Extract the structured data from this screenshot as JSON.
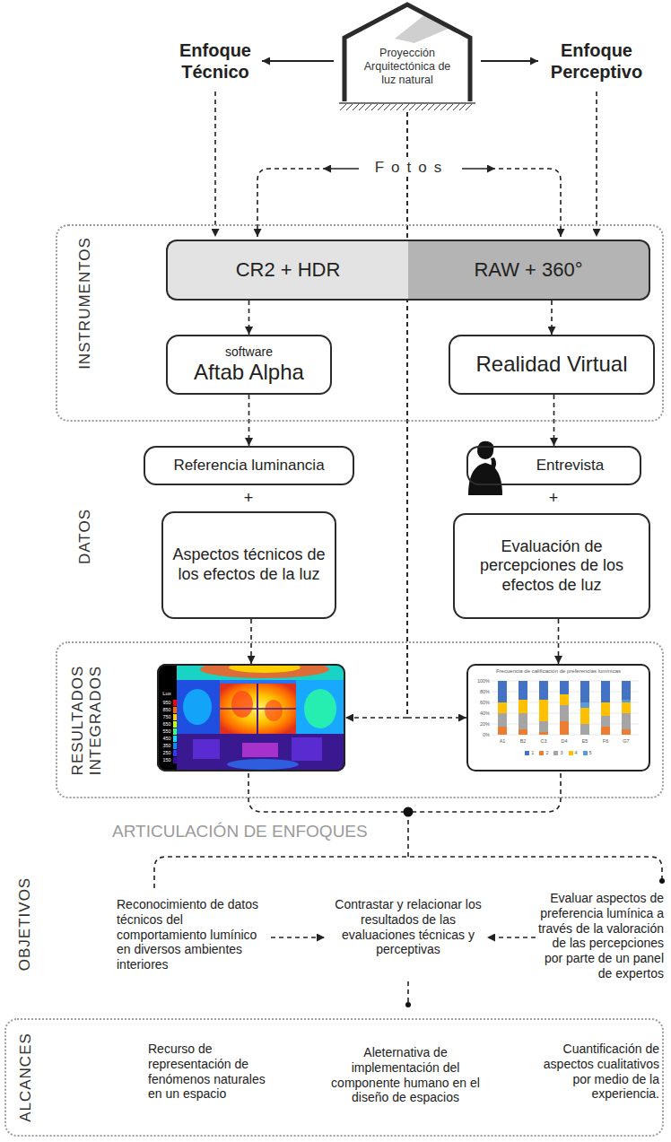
{
  "diagram": {
    "nodes": [
      {
        "text": [
          "Proyección Arquitectónica de luz natural"
        ]
      },
      {
        "text": [
          "INSTRUMENTOS"
        ]
      },
      {
        "text": [
          "CR2 + HDR"
        ],
        "in": 1
      },
      {
        "text": [
          "RAW + 360°"
        ],
        "in": 1
      },
      {
        "text": [
          "software",
          "Aftab Alpha"
        ],
        "in": 1
      },
      {
        "text": [
          "Realidad Virtual"
        ],
        "in": 1
      },
      {
        "text": [
          "Referencia luminancia"
        ]
      },
      {
        "text": [
          "Entrevista"
        ]
      },
      {
        "text": [
          "Aspectos técnicos de los efectos de la luz"
        ]
      },
      {
        "text": [
          "Evaluación de percepciones de los efectos de luz"
        ]
      },
      {
        "text": [
          "RESULTADOS INTEGRADOS"
        ]
      },
      {
        "text": [
          "Lux",
          "950",
          "850",
          "750",
          "650",
          "550",
          "450",
          "350",
          "250",
          "150"
        ],
        "in": 10
      },
      {
        "text": [
          "Frecuencia de calificación de preferencias lumínicas",
          "100%",
          "80%",
          "60%",
          "40%",
          "20%",
          "0%",
          "A1",
          "B2",
          "C3",
          "D4",
          "E5",
          "F6",
          "G7"
        ],
        "in": 10
      },
      {
        "text": [
          "ALCANCES",
          "Recurso de representación de fenómenos naturales en un espacio",
          "Aleternativa de implementación del componente humano en el diseño de espacios",
          "Cuantificación de aspectos cualitativos por medio de la experiencia."
        ]
      }
    ],
    "edges": [
      {
        "from": 2,
        "to": 4,
        "arrow": "to"
      },
      {
        "from": 3,
        "to": 5,
        "arrow": "to"
      },
      {
        "from": 4,
        "to": 6,
        "arrow": "to"
      },
      {
        "from": 5,
        "to": 7,
        "arrow": "to"
      },
      {
        "from": 8,
        "to": 11,
        "arrow": "to"
      },
      {
        "from": 9,
        "to": 12,
        "arrow": "to"
      },
      {
        "from": 0,
        "to": 11,
        "arrow": "to"
      },
      {
        "from": 0,
        "to": 12,
        "arrow": "to"
      }
    ],
    "labels": [
      "Enfoque Técnico",
      "Enfoque Perceptivo",
      "Fotos",
      "DATOS",
      "+",
      "+",
      "ARTICULACIÓN DE ENFOQUES",
      "OBJETIVOS",
      "Reconocimiento de datos técnicos del comportamiento lumínico en diversos ambientes interiores",
      "Contrastar y relacionar los resultados de las evaluaciones técnicas y perceptivas",
      "Evaluar aspectos de preferencia lumínica a través de la valoración de las percepciones por parte de un panel de expertos"
    ],
    "legend": [
      {
        "text": "1",
        "color": "#4472c4"
      },
      {
        "text": "2",
        "color": "#ed7d31"
      },
      {
        "text": "3",
        "color": "#a5a5a5"
      },
      {
        "text": "4",
        "color": "#ffc000"
      },
      {
        "text": "5",
        "color": "#5b9bd5"
      }
    ]
  }
}
